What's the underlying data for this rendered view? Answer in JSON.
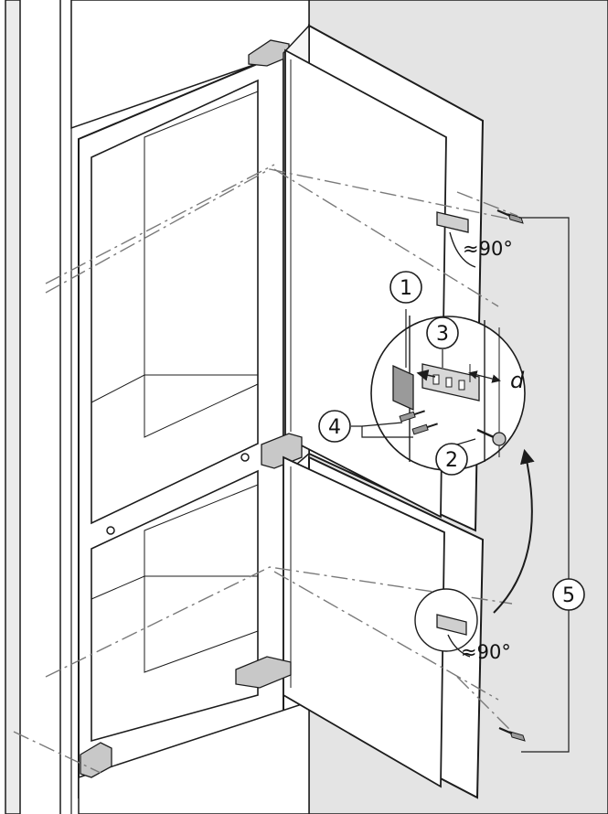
{
  "colors": {
    "wall": "#e4e4e4",
    "wall_edge": "#d2d2d2",
    "panel": "#ffffff",
    "line": "#1c1c1c",
    "dash": "#7a7a7a",
    "hinge": "#c8c8c8"
  },
  "callouts": {
    "c1": "1",
    "c2": "2",
    "c3": "3",
    "c4": "4",
    "c5": "5"
  },
  "angle_upper": "≈90°",
  "angle_lower": "≈90°",
  "dimension_label": "d",
  "icons": [
    "screw-icon",
    "hinge-icon",
    "bracket-icon",
    "curved-arrow-icon"
  ]
}
